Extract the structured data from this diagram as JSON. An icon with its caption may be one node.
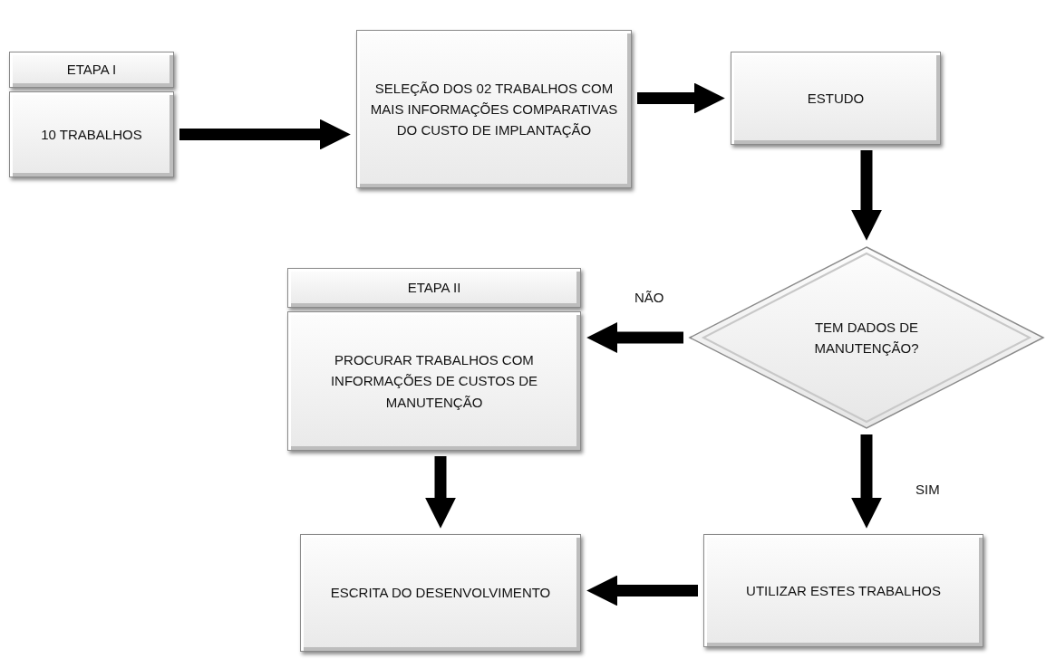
{
  "diagram": {
    "nodes": [
      {
        "text": [
          "ETAPA I"
        ]
      },
      {
        "text": [
          "10 TRABALHOS"
        ]
      },
      {
        "text": [
          "SELEÇÃO DOS 02 TRABALHOS COM MAIS INFORMAÇÕES COMPARATIVAS DO CUSTO DE IMPLANTAÇÃO"
        ]
      },
      {
        "text": [
          "ESTUDO"
        ]
      },
      {
        "text": [
          "TEM DADOS DE MANUTENÇÃO?"
        ]
      },
      {
        "text": [
          "ETAPA II"
        ]
      },
      {
        "text": [
          "PROCURAR TRABALHOS COM INFORMAÇÕES DE CUSTOS DE MANUTENÇÃO"
        ]
      },
      {
        "text": [
          "ESCRITA DO DESENVOLVIMENTO"
        ]
      },
      {
        "text": [
          "UTILIZAR ESTES TRABALHOS"
        ]
      }
    ],
    "edges": [
      {
        "from": 1,
        "to": 2,
        "arrow": "to"
      },
      {
        "from": 2,
        "to": 3,
        "arrow": "to"
      },
      {
        "from": 3,
        "to": 4,
        "arrow": "to"
      },
      {
        "from": 4,
        "to": 6,
        "arrow": "to",
        "label": "NÃO"
      },
      {
        "from": 6,
        "to": 7,
        "arrow": "to"
      },
      {
        "from": 4,
        "to": 8,
        "arrow": "to",
        "label": "SIM"
      },
      {
        "from": 8,
        "to": 7,
        "arrow": "to"
      }
    ]
  }
}
